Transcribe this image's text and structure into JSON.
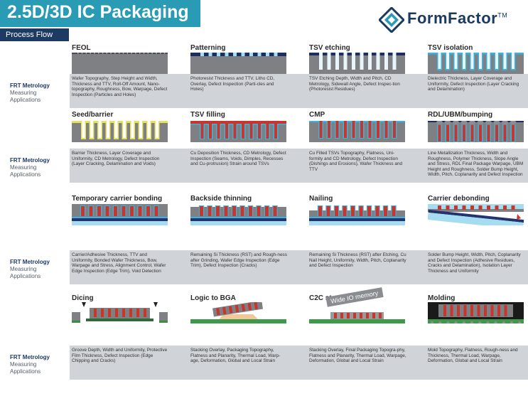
{
  "header": {
    "title": "2.5D/3D IC Packaging",
    "subtitle": "Process Flow",
    "logo_text": "FormFactor",
    "logo_tm": "TM"
  },
  "colors": {
    "title_bar": "#2a9bb5",
    "subtitle_bar": "#1d3a63",
    "band": "#d0d3d8",
    "silicon": "#7f8084",
    "copper": "#c8352a",
    "dielectric": "#3ab3e0",
    "carrier": "#a6dcef",
    "bonding": "#22336e"
  },
  "side_labels": [
    {
      "name": "FRT Metrology",
      "line2": "Measuring",
      "line3": "Applications"
    },
    {
      "name": "FRT Metrology",
      "line2": "Measuring",
      "line3": "Applications"
    },
    {
      "name": "FRT Metrology",
      "line2": "Measuring",
      "line3": "Applications"
    },
    {
      "name": "FRT Metrology",
      "line2": "Measuring",
      "line3": "Applications"
    }
  ],
  "rows": [
    {
      "steps": [
        {
          "title": "FEOL",
          "desc": "Wafer Topography, Step Height and Width, Thickness and TTV, Roll-Off Amount, Nano-topography, Roughness, Bow, Warpage, Defect Inspection (Particles and Holes)"
        },
        {
          "title": "Patterning",
          "desc": "Photoresist Thickness and TTV, Litho CD, Overlay, Defect Inspection (Parti-cles and Holes)"
        },
        {
          "title": "TSV etching",
          "desc": "TSV Etching Depth, Width and Pitch, CD Metrology, Sidewall Angle, Defect Inspec-tion (Photoresist Residues)"
        },
        {
          "title": "TSV isolation",
          "desc": "Dielectric Thickness, Layer Coverage and Uniformity, Defect Inspection (Layer Cracking and Delamination)"
        }
      ]
    },
    {
      "steps": [
        {
          "title": "Seed/barrier",
          "desc": "Barrier Thickness, Layer Coverage and Uniformity, CD Metrology, Defect Inspection (Layer Cracking, Delamination and Voids)"
        },
        {
          "title": "TSV filling",
          "desc": "Cu Deposition Thickness, CD Metrology, Defect Inspection (Seams, Voids, Dimples, Recesses and Cu-protrusion) Strain around TSVs"
        },
        {
          "title": "CMP",
          "desc": "Cu Filled TSVs Topography, Flatness, Uni-formity and CD Metrology, Defect Inspection (Dishings and Erosions), Wafer Thickness and TTV"
        },
        {
          "title": "RDL/UBM/bumping",
          "desc": "Line Metallization Thickness, Width and Roughness, Polymer Thickness, Slope Angle and Stress, RDL Final Package Warpage, UBM Height and Roughness, Solder Bump Height, Width, Pitch, Coplanarity and Defect Inspection"
        }
      ]
    },
    {
      "steps": [
        {
          "title": "Temporary carrier bonding",
          "desc": "Carrier/Adhesive Thickness, TTV and Uniformity, Bonded Wafer Thickness, Bow, Warpage and Stress, Alignment Control, Wafer Edge Inspection (Edge Trim), Void Detection"
        },
        {
          "title": "Backside thinning",
          "desc": "Remaining Si Thickness (RST) and Rough-ness after Grinding, Wafer Edge Inspection (Edge Trim), Defect Inspection (Cracks)"
        },
        {
          "title": "Nailing",
          "desc": "Remaining Si Thickness (RST) after Etching, Cu Nail Height, Uniformity, Width, Pitch, Coplanarity and Defect Inspection"
        },
        {
          "title": "Carrier debonding",
          "desc": "Solder Bump Height, Width, Pitch, Coplanarity and Defect Inspection (Adhesive Residues, Cracks and Delamination), Isolation Layer Thickness and Uniformity"
        }
      ]
    },
    {
      "steps": [
        {
          "title": "Dicing",
          "desc": "Groove Depth, Width and Uniformity, Protective Film Thickness, Defect Inspection (Edge Chipping and Cracks)"
        },
        {
          "title": "Logic to BGA",
          "desc": "Stacking Overlay, Packaging Topography, Flatness and Planarity, Thermal Load, Warp-age, Deformation, Global and Local Strain"
        },
        {
          "title": "C2C stacking",
          "desc": "Stacking Overlay, Final Packaging Topogra-phy, Flatness and Planarity, Thermal Load, Warpage, Deformation, Global and Local Strain",
          "banner": "Wide IO memory"
        },
        {
          "title": "Molding",
          "desc": "Mold Topography, Flatness, Rough-ness and Thickness, Thermal Load, Warpage, Deformation, Global and Local Strain"
        }
      ]
    }
  ]
}
